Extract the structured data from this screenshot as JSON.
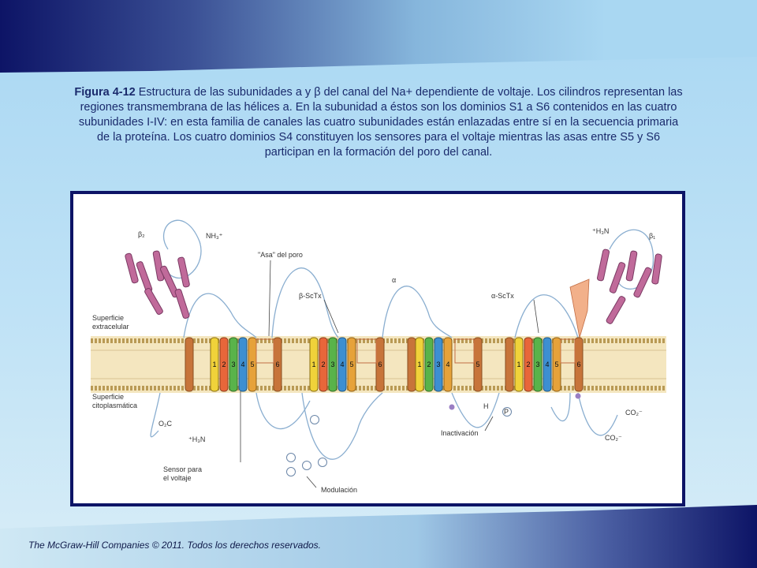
{
  "caption": {
    "figure_label": "Figura 4-12",
    "text": " Estructura de las subunidades a y β del canal del Na+ dependiente de voltaje. Los cilindros representan las regiones transmembrana de las hélices a. En la subunidad a éstos son los dominios S1 a S6 contenidos en las cuatro subunidades I-IV: en esta familia de canales las cuatro subunidades están enlazadas entre sí en la secuencia primaria de la proteína. Los cuatro dominios S4 constituyen los sensores para el voltaje mientras las asas entre S5 y S6 participan en la formación del poro del canal."
  },
  "diagram": {
    "label_beta2": "β₂",
    "label_beta1": "β₁",
    "label_nh3_left": "NH₃⁺",
    "label_h3n_right": "⁺H₃N",
    "label_asa_poro": "\"Asa\" del poro",
    "label_alpha": "α",
    "label_beta_sctx": "β-ScTx",
    "label_alpha_sctx": "α-ScTx",
    "label_superficie_extra_1": "Superficie",
    "label_superficie_extra_2": "extracelular",
    "label_superficie_cito_1": "Superficie",
    "label_superficie_cito_2": "citoplasmática",
    "label_o2c": "O₂C",
    "label_h3n_bottom": "⁺H₃N",
    "label_co2_1": "CO₂⁻",
    "label_co2_2": "CO₂⁻",
    "label_inactivacion": "Inactivación",
    "label_sensor_1": "Sensor para",
    "label_sensor_2": "el voltaje",
    "label_modulacion": "Modulación",
    "label_h": "H",
    "label_p": "P",
    "segment_numbers": [
      "1",
      "2",
      "3",
      "4",
      "5",
      "6"
    ],
    "segment_colors": [
      "#f0d23a",
      "#e8663a",
      "#59b34a",
      "#3d8fd1",
      "#e6a23a",
      "#c7743a"
    ]
  },
  "footer": {
    "copyright": "The McGraw-Hill Companies © 2011. Todos los derechos reservados."
  }
}
